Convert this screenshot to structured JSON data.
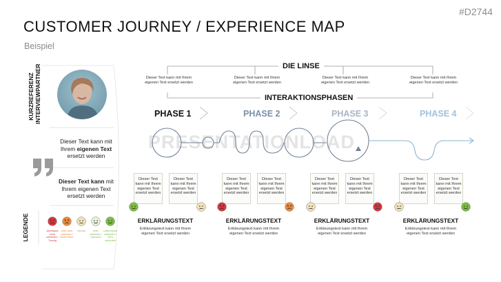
{
  "code": "#D2744",
  "title": "CUSTOMER JOURNEY / EXPERIENCE MAP",
  "subtitle": "Beispiel",
  "side": {
    "kurzreferenz": "KURZREFERENZ",
    "interviewpartner": "INTERVIEWPARTNER",
    "legende": "LEGENDE"
  },
  "quote1": {
    "line1": "Dieser Text kann mit",
    "pre": "Ihrem ",
    "bold": "eigenen Text",
    "line3": "ersetzt werden"
  },
  "quote2": {
    "bold": "Dieser Text kann",
    "post": " mit",
    "line2": "Ihrem eigenen Text",
    "line3": "ersetzt werden"
  },
  "linse": {
    "title": "DIE LINSE",
    "texts": [
      "Dieser Text kann mit Ihrem eigenen Text ersetzt werden",
      "Dieser Text kann mit Ihrem eigenen Text ersetzt werden",
      "Dieser Text kann mit Ihrem eigenen Text ersetzt werden",
      "Dieser Text kann mit Ihrem eigenen Text ersetzt werden"
    ]
  },
  "interaktion": {
    "title": "INTERAKTIONSPHASEN"
  },
  "phases": [
    {
      "label": "PHASE 1",
      "color": "#111111"
    },
    {
      "label": "PHASE 2",
      "color": "#7b8fa8"
    },
    {
      "label": "PHASE 3",
      "color": "#a9b6c6"
    },
    {
      "label": "PHASE 4",
      "color": "#9fc3dd"
    }
  ],
  "card_text": "Dieser Text kann mit Ihrem eigenen Text ersetzt werden",
  "emotion_colors": {
    "very_bad": "#d9363e",
    "bad": "#f08a3c",
    "neutral": "#f1e3b8",
    "good": "#e9f1d9",
    "very_good": "#7cbf3c"
  },
  "legend": [
    {
      "text": "überhaupt nicht zufrieden / Traurig",
      "color": "#d9363e"
    },
    {
      "text": "eher nicht zufrieden / leicht sauer",
      "color": "#f08a3c"
    },
    {
      "text": "neutral",
      "color": "#f1e3b8"
    },
    {
      "text": "eher zufrieden / Lächelnd",
      "color": "#e9f1d9"
    },
    {
      "text": "vollkommen zufrieden / Sehr zufrieden",
      "color": "#7cbf3c"
    }
  ],
  "erklaerung": {
    "title": "ERKLÄRUNGSTEXT",
    "text": "Erklärungstext kann mit Ihrem eigenen Text ersetzt werden"
  },
  "watermark": "PRESENTATIONLOAD"
}
